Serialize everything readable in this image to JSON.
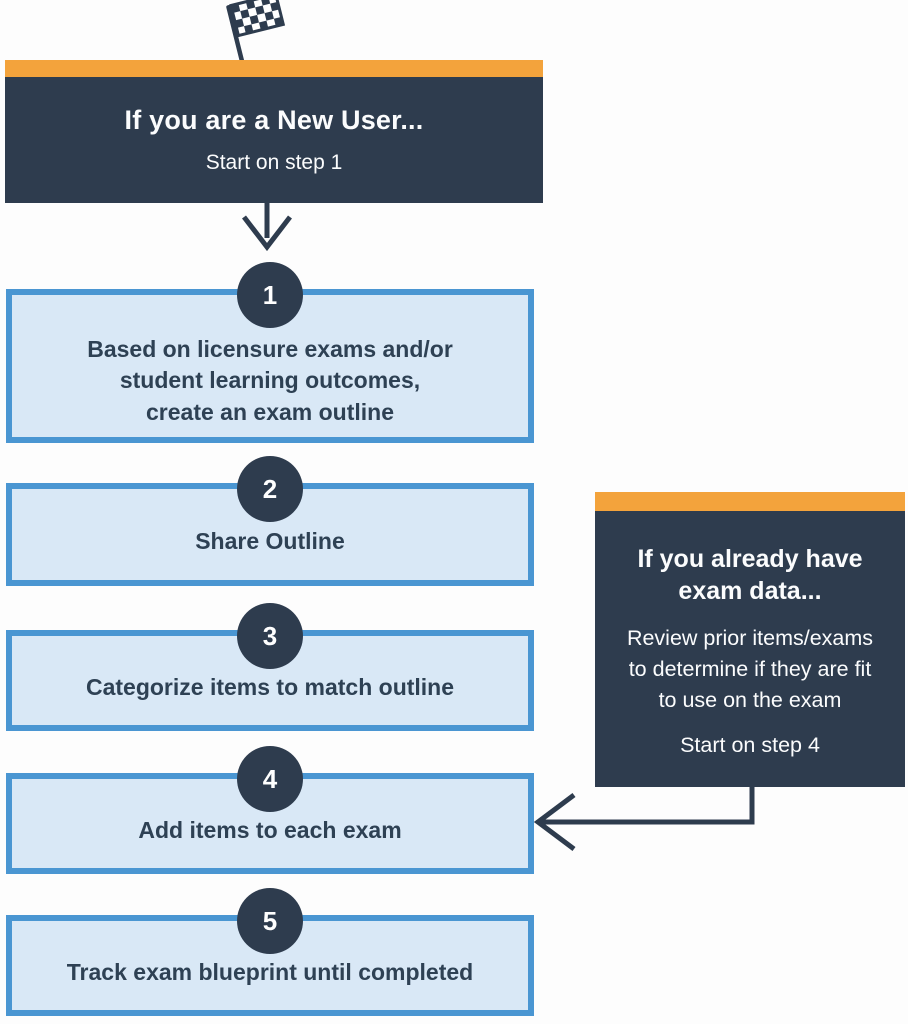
{
  "colors": {
    "navy": "#2e3c4e",
    "orange": "#f3a33c",
    "box_fill": "#d9e8f6",
    "box_border": "#4a96d2",
    "step_text": "#2e4154",
    "card_text": "#fbfcfd",
    "page_bg": "#fdfdfd"
  },
  "new_user_card": {
    "title": "If you are a New User...",
    "subtitle": "Start on step 1"
  },
  "exam_data_card": {
    "title_lines": [
      "If you already have",
      "exam data..."
    ],
    "body_lines": [
      "Review prior items/exams",
      "to determine if they are fit",
      "to use on the exam"
    ],
    "subtitle": "Start on step 4"
  },
  "steps": [
    {
      "number": "1",
      "lines": [
        "Based on licensure exams and/or",
        "student learning outcomes,",
        "create an exam outline"
      ]
    },
    {
      "number": "2",
      "lines": [
        "Share Outline"
      ]
    },
    {
      "number": "3",
      "lines": [
        "Categorize items to match outline"
      ]
    },
    {
      "number": "4",
      "lines": [
        "Add items to each exam"
      ]
    },
    {
      "number": "5",
      "lines": [
        "Track exam blueprint until completed"
      ]
    }
  ],
  "icons": {
    "flag": "checkered-flag-icon",
    "down_arrow": "down-arrow-icon",
    "left_arrow": "left-arrow-connector"
  }
}
